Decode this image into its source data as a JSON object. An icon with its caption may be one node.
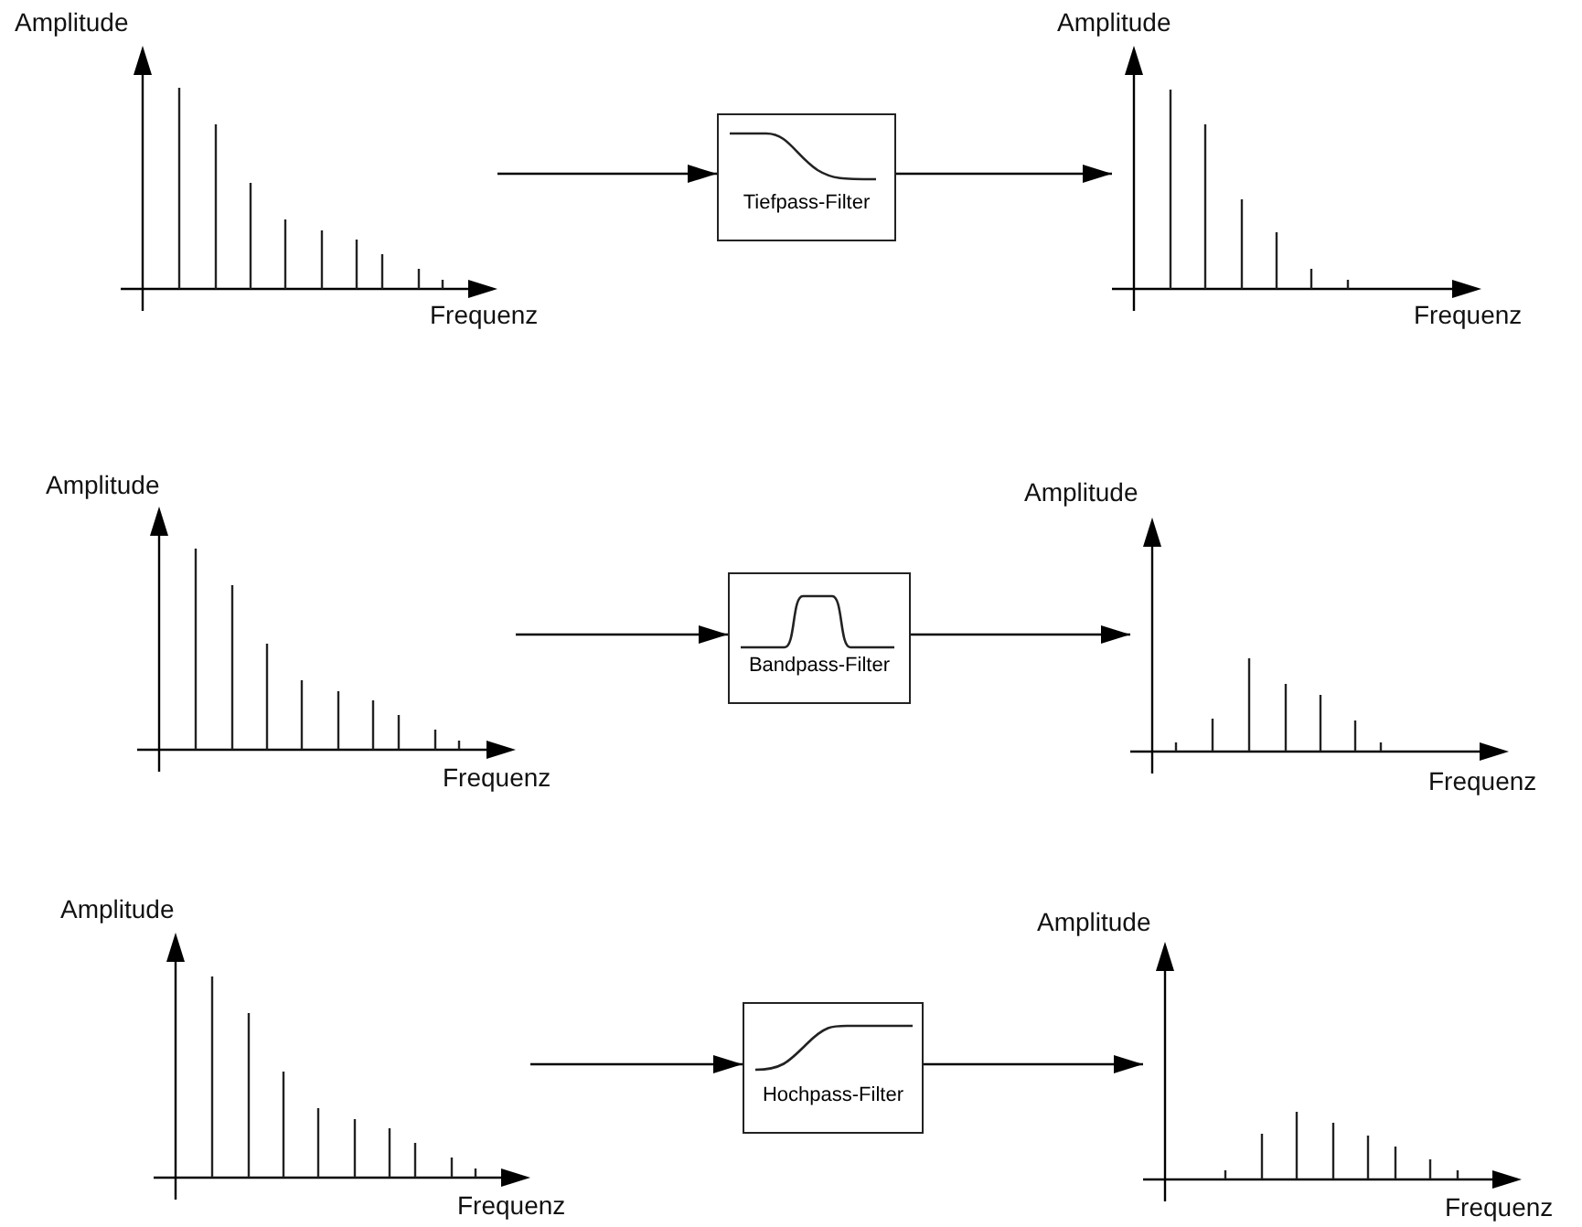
{
  "diagram": {
    "nodes": [
      {
        "text": [],
        "shape": "picture"
      },
      {
        "text": [
          "Tiefpass-Filter"
        ]
      },
      {
        "text": [],
        "shape": "picture"
      },
      {
        "text": [],
        "shape": "picture"
      },
      {
        "text": [
          "Bandpass-Filter"
        ]
      },
      {
        "text": [],
        "shape": "picture"
      },
      {
        "text": [],
        "shape": "picture"
      },
      {
        "text": [
          "Hochpass-Filter"
        ]
      },
      {
        "text": [],
        "shape": "picture"
      }
    ],
    "edges": [
      {
        "from": 0,
        "to": 1,
        "arrow": "to"
      },
      {
        "from": 1,
        "to": 2,
        "arrow": "to"
      },
      {
        "from": 3,
        "to": 4,
        "arrow": "to"
      },
      {
        "from": 4,
        "to": 5,
        "arrow": "to"
      },
      {
        "from": 6,
        "to": 7,
        "arrow": "to"
      },
      {
        "from": 7,
        "to": 8,
        "arrow": "to"
      }
    ],
    "labels": [
      "Amplitude",
      "Amplitude",
      "Frequenz",
      "Frequenz",
      "Amplitude",
      "Amplitude",
      "Frequenz",
      "Frequenz",
      "Amplitude",
      "Amplitude",
      "Frequenz",
      "Frequenz"
    ]
  }
}
